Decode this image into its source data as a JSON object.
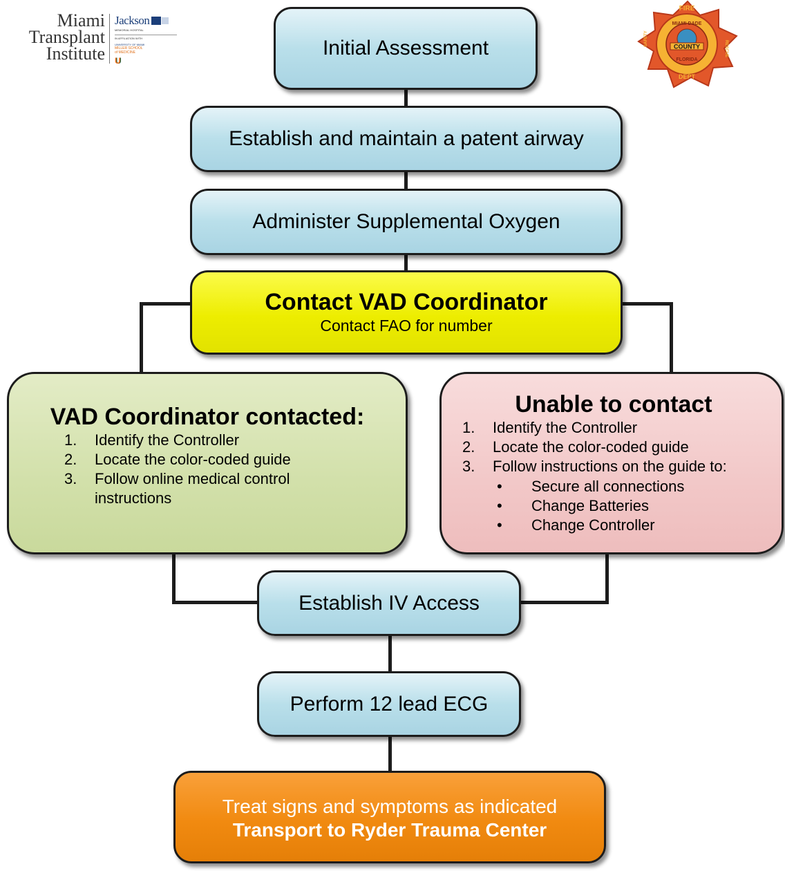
{
  "logos": {
    "mti": {
      "line1": "Miami",
      "line2": "Transplant",
      "line3": "Institute"
    },
    "jackson": {
      "name": "Jackson",
      "sub": "MEMORIAL HOSPITAL",
      "affiliation": "IN AFFILIATION WITH",
      "um": "UNIVERSITY OF MIAMI",
      "school1": "MILLER SCHOOL",
      "school2": "of MEDICINE",
      "u_mark": "U"
    },
    "fire_badge": {
      "top": "FIRE",
      "left": "SAFETY",
      "right": "RESCUE",
      "arc": "MIAMI-DADE",
      "county": "COUNTY",
      "state": "FLORIDA",
      "bottom": "DEPT"
    }
  },
  "steps": {
    "initial": "Initial Assessment",
    "airway": "Establish and maintain a patent airway",
    "oxygen": "Administer Supplemental Oxygen",
    "contact_title": "Contact VAD Coordinator",
    "contact_sub": "Contact FAO for number",
    "iv": "Establish IV Access",
    "ecg": "Perform 12 lead ECG",
    "treat": "Treat signs and symptoms as indicated",
    "transport": "Transport to Ryder Trauma Center"
  },
  "contacted": {
    "title": "VAD Coordinator contacted:",
    "items": [
      {
        "num": "1.",
        "text": "Identify the Controller"
      },
      {
        "num": "2.",
        "text": "Locate the color-coded guide"
      },
      {
        "num": "3.",
        "text": "Follow online medical control instructions"
      }
    ]
  },
  "unable": {
    "title": "Unable to contact",
    "items": [
      {
        "num": "1.",
        "text": "Identify the Controller"
      },
      {
        "num": "2.",
        "text": "Locate the color-coded guide"
      },
      {
        "num": "3.",
        "text": "Follow instructions on the guide to:"
      }
    ],
    "bullet": "•",
    "subitems": [
      "Secure all connections",
      "Change Batteries",
      "Change Controller"
    ]
  },
  "colors": {
    "step_blue": "#b9dfea",
    "contact_yellow": "#eded00",
    "contacted_green": "#d2e0aa",
    "unable_pink": "#f2c8c8",
    "treat_orange": "#f18a10",
    "badge_red": "#e2572a",
    "badge_gold": "#f6b233",
    "um_orange": "#f47321",
    "um_green": "#005030"
  }
}
